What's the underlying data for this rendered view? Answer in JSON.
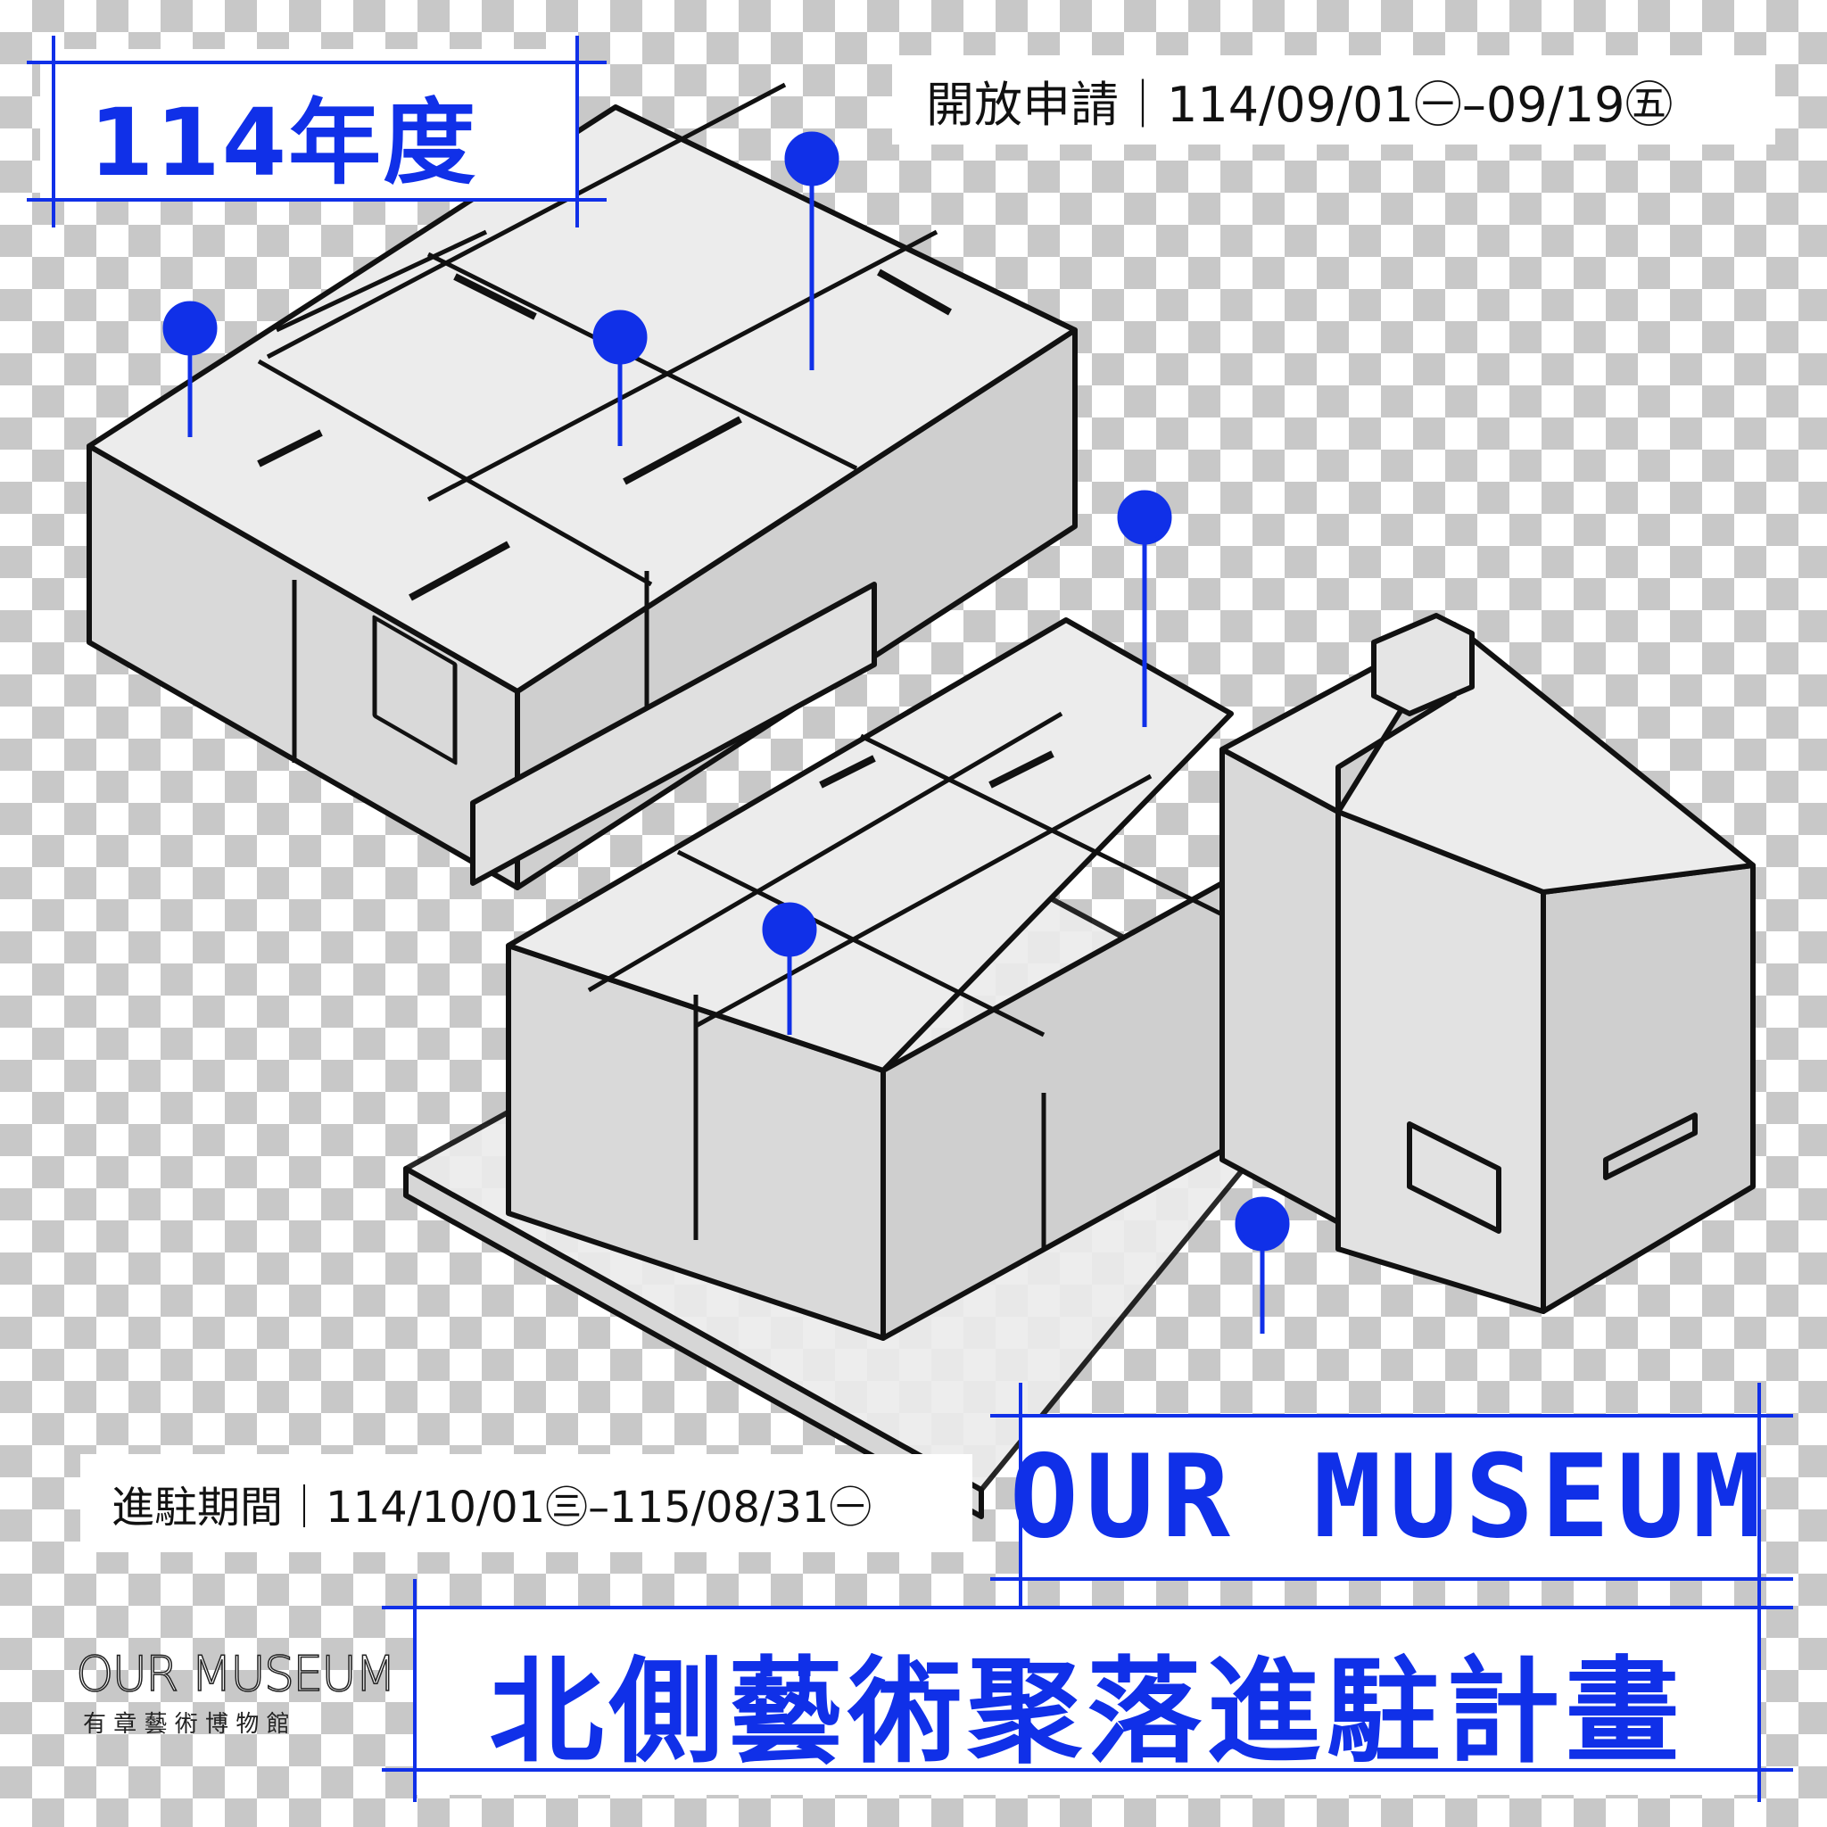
{
  "year_label": "114年度",
  "application_period": {
    "label": "開放申請",
    "separator": "｜",
    "dates": "114/09/01㊀–09/19㊄"
  },
  "residency_period": {
    "label": "進駐期間",
    "separator": "｜",
    "dates": "114/10/01㊂–115/08/31㊀"
  },
  "brand_title": "OUR MUSEUM",
  "program_title": "北側藝術聚落進駐計畫",
  "logo": {
    "en": "OUR MUSEUM",
    "zh": "有 章 藝 術 博 物 館"
  },
  "colors": {
    "accent": "#1030e8",
    "checker": "#c8c8c8"
  }
}
